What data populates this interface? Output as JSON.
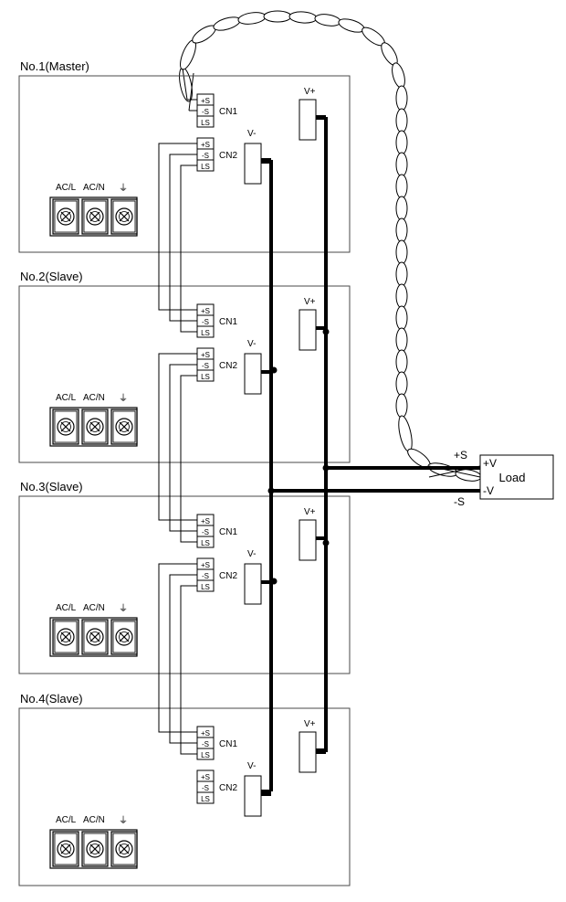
{
  "units": [
    {
      "title": "No.1(Master)"
    },
    {
      "title": "No.2(Slave)"
    },
    {
      "title": "No.3(Slave)"
    },
    {
      "title": "No.4(Slave)"
    }
  ],
  "connector": {
    "pins": [
      "+S",
      "-S",
      "LS"
    ],
    "cn1": "CN1",
    "cn2": "CN2"
  },
  "terminals": {
    "vplus": "V+",
    "vminus": "V-"
  },
  "ac": {
    "line": "AC/L",
    "neutral": "AC/N",
    "ground": "⏚"
  },
  "load": {
    "label": "Load",
    "pos": "+V",
    "neg": "-V",
    "sense_pos": "+S",
    "sense_neg": "-S"
  },
  "colors": {
    "stroke": "#000000",
    "box": "#4a4a4a",
    "terminal_fill": "#d9d9d9"
  }
}
